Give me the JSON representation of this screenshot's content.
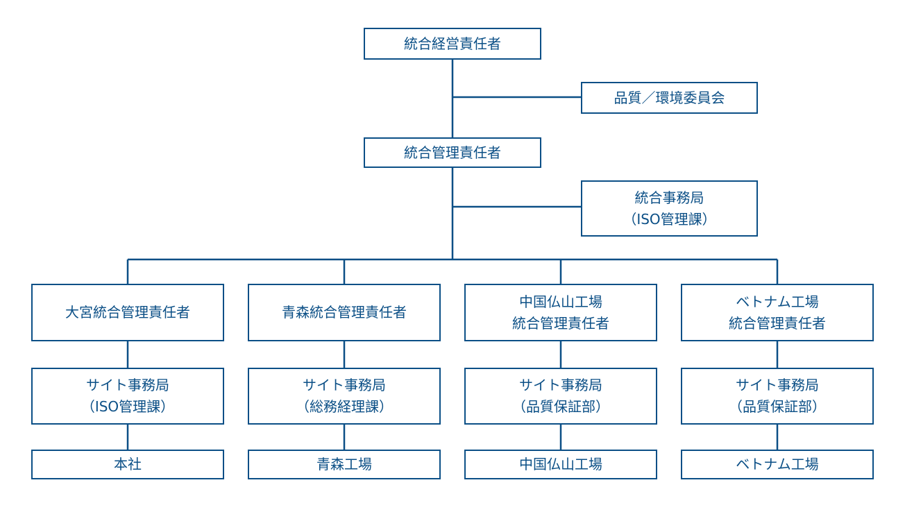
{
  "org_chart": {
    "top": {
      "label": "統合経営責任者"
    },
    "committee": {
      "label": "品質／環境委員会"
    },
    "manager": {
      "label": "統合管理責任者"
    },
    "secretariat": {
      "line1": "統合事務局",
      "line2": "（ISO管理課）"
    },
    "sites": [
      {
        "manager_line1": "大宮統合管理責任者",
        "manager_line2": "",
        "office_line1": "サイト事務局",
        "office_line2": "（ISO管理課）",
        "site": "本社"
      },
      {
        "manager_line1": "青森統合管理責任者",
        "manager_line2": "",
        "office_line1": "サイト事務局",
        "office_line2": "（総務経理課）",
        "site": "青森工場"
      },
      {
        "manager_line1": "中国仏山工場",
        "manager_line2": "統合管理責任者",
        "office_line1": "サイト事務局",
        "office_line2": "（品質保証部）",
        "site": "中国仏山工場"
      },
      {
        "manager_line1": "ベトナム工場",
        "manager_line2": "統合管理責任者",
        "office_line1": "サイト事務局",
        "office_line2": "（品質保証部）",
        "site": "ベトナム工場"
      }
    ]
  },
  "colors": {
    "line": "#0b4f86",
    "background": "#ffffff",
    "text": "#0b4f86"
  }
}
